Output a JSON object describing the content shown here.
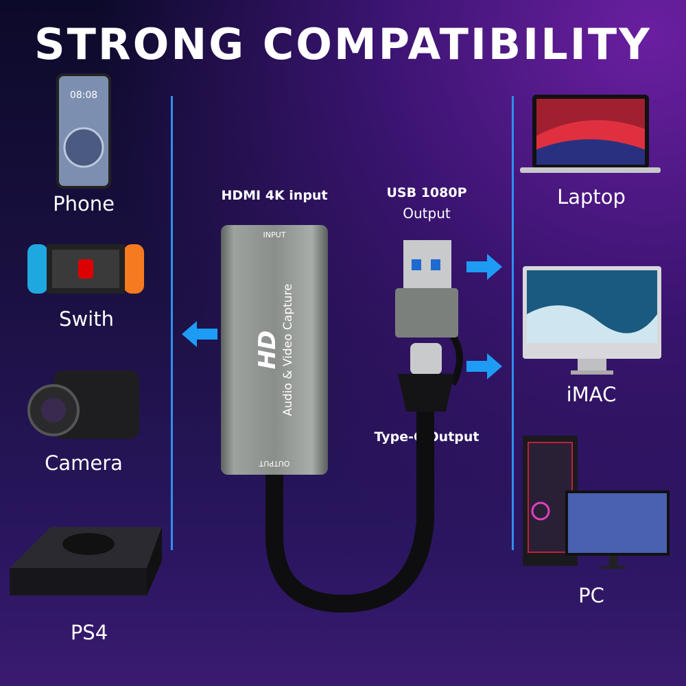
{
  "title": "STRONG COMPATIBILITY",
  "left_devices": [
    {
      "label": "Phone",
      "icon": "phone",
      "screen_time": "08:08"
    },
    {
      "label": "Swith",
      "icon": "game-console"
    },
    {
      "label": "Camera",
      "icon": "camcorder"
    },
    {
      "label": "PS4",
      "icon": "ps4-console"
    }
  ],
  "right_devices": [
    {
      "label": "Laptop",
      "icon": "laptop"
    },
    {
      "label": "iMAC",
      "icon": "desktop-monitor"
    },
    {
      "label": "PC",
      "icon": "gaming-pc"
    }
  ],
  "center": {
    "hdmi_label": "HDMI 4K input",
    "usb_label_1": "USB 1080P",
    "usb_label_2": "Output",
    "typec_label": "Type-C Output"
  },
  "capture_device": {
    "top_label": "INPUT",
    "bottom_label": "OUTPUT",
    "logo": "HD",
    "caption": "Audio & Video Capture"
  },
  "colors": {
    "accent": "#2f8ff0",
    "arrow": "#1e9cf5",
    "device": "#8a8e8b"
  }
}
